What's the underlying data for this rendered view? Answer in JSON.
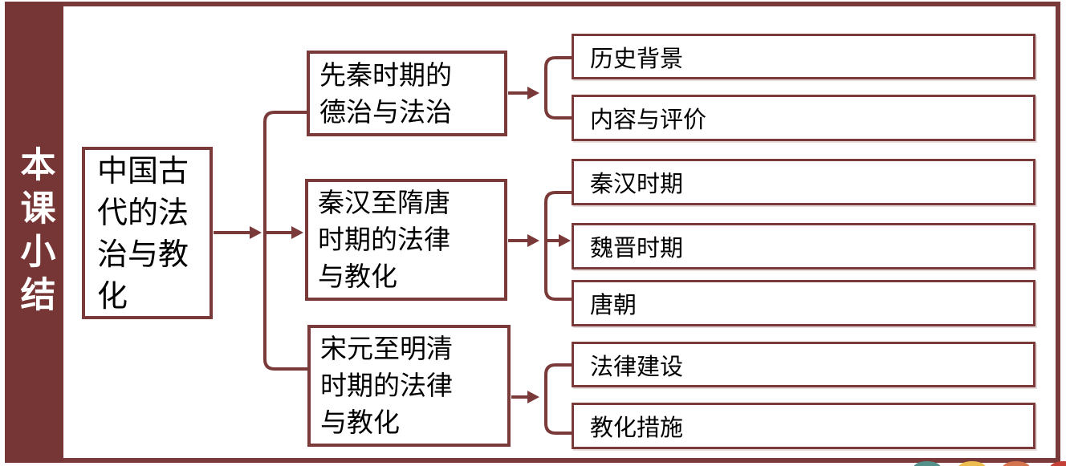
{
  "slide": {
    "sidebar_title": "本课小结"
  },
  "colors": {
    "maroon_accent": "#7B3A3A",
    "sidebar_fill": "#763636",
    "text": "#000000",
    "background": "#FFFFFF",
    "deco_teal": "#55918B",
    "deco_yellow": "#EDBE4F",
    "deco_orange": "#D4744E",
    "deco_red": "#C43F35"
  },
  "tree": {
    "root": "中国古\n代的法\n治与教\n化",
    "root_full": "中国古代的法治与教化",
    "branches": [
      {
        "label": "先秦时期的\n德治与法治",
        "label_full": "先秦时期的德治与法治",
        "children": [
          "历史背景",
          "内容与评价"
        ]
      },
      {
        "label": "秦汉至隋唐\n时期的法律\n与教化",
        "label_full": "秦汉至隋唐时期的法律与教化",
        "children": [
          "秦汉时期",
          "魏晋时期",
          "唐朝"
        ]
      },
      {
        "label": "宋元至明清\n时期的法律\n与教化",
        "label_full": "宋元至明清时期的法律与教化",
        "children": [
          "法律建设",
          "教化措施"
        ]
      }
    ]
  }
}
